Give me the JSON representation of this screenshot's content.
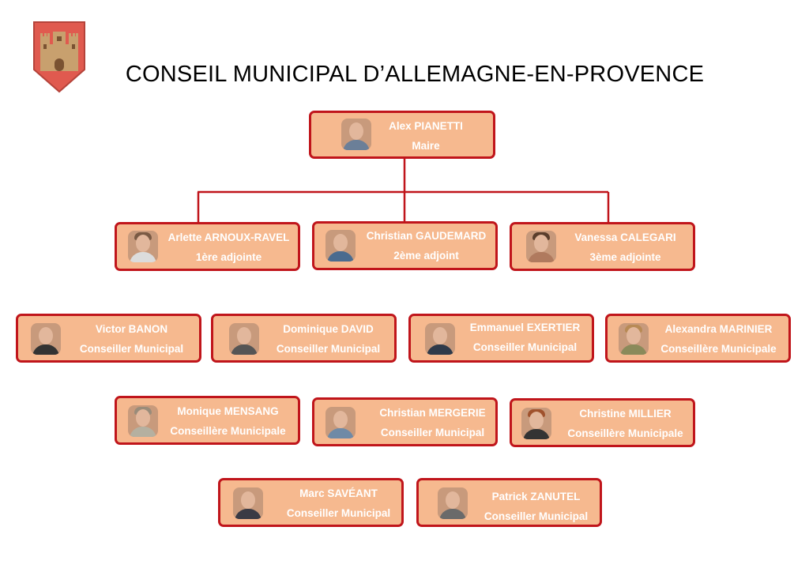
{
  "title": "CONSEIL MUNICIPAL D’ALLEMAGNE-EN-PROVENCE",
  "crest": {
    "icon": "town-crest-icon",
    "shield_color": "#e05a4f",
    "castle_color": "#c8a06e"
  },
  "colors": {
    "card_fill": "#f6b98f",
    "card_border": "#c0151b",
    "card_text": "#ffffff"
  },
  "maire": {
    "name": "Alex PIANETTI",
    "role": "Maire"
  },
  "adjoints": [
    {
      "name": "Arlette ARNOUX-RAVEL",
      "role": "1ère adjointe"
    },
    {
      "name": "Christian GAUDEMARD",
      "role": "2ème adjoint"
    },
    {
      "name": "Vanessa CALEGARI",
      "role": "3ème adjointe"
    }
  ],
  "conseillers_row1": [
    {
      "name": "Victor BANON",
      "role": "Conseiller Municipal"
    },
    {
      "name": "Dominique DAVID",
      "role": "Conseiller Municipal"
    },
    {
      "name": "Emmanuel EXERTIER",
      "role": "Conseiller Municipal"
    },
    {
      "name": "Alexandra MARINIER",
      "role": "Conseillère Municipale"
    }
  ],
  "conseillers_row2": [
    {
      "name": "Monique MENSANG",
      "role": "Conseillère Municipale"
    },
    {
      "name": "Christian MERGERIE",
      "role": "Conseiller Municipal"
    },
    {
      "name": "Christine MILLIER",
      "role": "Conseillère Municipale"
    }
  ],
  "conseillers_row3": [
    {
      "name": "Marc SAVÉANT",
      "role": "Conseiller Municipal"
    },
    {
      "name": "Patrick ZANUTEL",
      "role": "Conseiller Municipal"
    }
  ]
}
